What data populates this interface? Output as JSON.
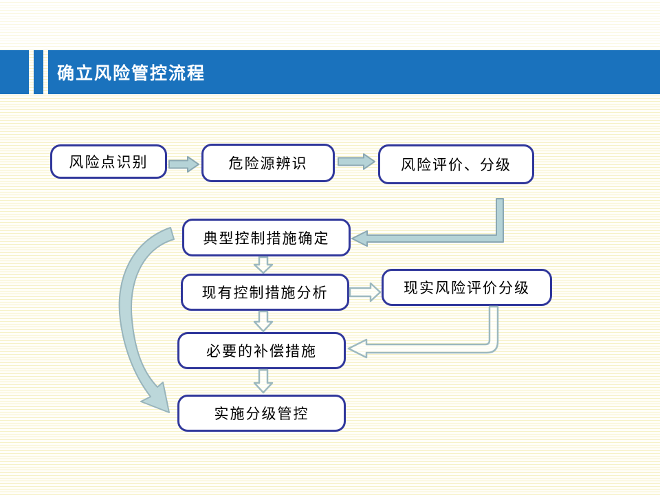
{
  "slide": {
    "title": "确立风险管控流程"
  },
  "flowchart": {
    "nodes": [
      {
        "id": "n1",
        "label": "风险点识别"
      },
      {
        "id": "n2",
        "label": "危险源辨识"
      },
      {
        "id": "n3",
        "label": "风险评价、分级"
      },
      {
        "id": "n4",
        "label": "典型控制措施确定"
      },
      {
        "id": "n5",
        "label": "现有控制措施分析"
      },
      {
        "id": "n6",
        "label": "现实风险评价分级"
      },
      {
        "id": "n7",
        "label": "必要的补偿措施"
      },
      {
        "id": "n8",
        "label": "实施分级管控"
      }
    ],
    "edges": [
      {
        "from": "风险点识别",
        "to": "危险源辨识",
        "style": "filled-right-arrow"
      },
      {
        "from": "危险源辨识",
        "to": "风险评价、分级",
        "style": "filled-right-arrow"
      },
      {
        "from": "风险评价、分级",
        "to": "典型控制措施确定",
        "style": "filled-elbow-down-left"
      },
      {
        "from": "典型控制措施确定",
        "to": "现有控制措施分析",
        "style": "hollow-down-arrow"
      },
      {
        "from": "现有控制措施分析",
        "to": "现实风险评价分级",
        "style": "hollow-right-arrow"
      },
      {
        "from": "现实风险评价分级",
        "to": "必要的补偿措施",
        "style": "hollow-elbow-down-left"
      },
      {
        "from": "现有控制措施分析",
        "to": "必要的补偿措施",
        "style": "hollow-down-arrow"
      },
      {
        "from": "必要的补偿措施",
        "to": "实施分级管控",
        "style": "hollow-down-arrow"
      },
      {
        "from": "典型控制措施确定",
        "to": "实施分级管控",
        "style": "curved-left-arc-arrow"
      }
    ]
  },
  "colors": {
    "header_blue": "#1A72BD",
    "box_border": "#30379B",
    "arrow_fill": "#B5D3D7",
    "arrow_stroke": "#8BA8B2",
    "hollow_stroke": "#9DB9BF",
    "curve_fill": "#BCD7DA",
    "curve_stroke": "#98B4BB",
    "stripe_yellow": "#F6F1C6"
  }
}
